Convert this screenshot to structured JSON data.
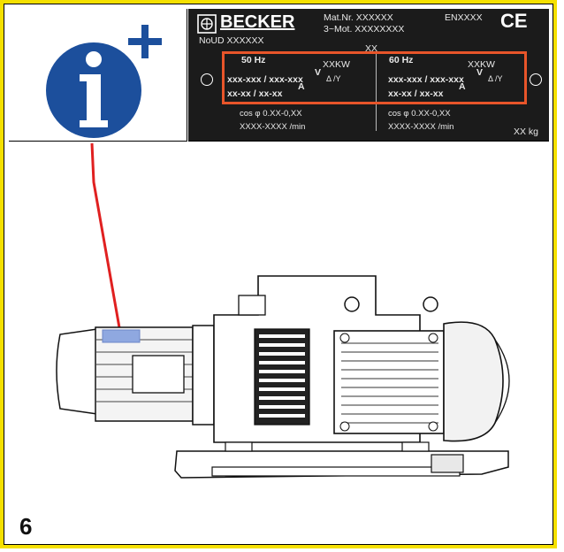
{
  "info_icon": {
    "icon": "info-plus-icon",
    "color": "#1c4f9c",
    "plus_symbol": "+"
  },
  "nameplate": {
    "brand": "BECKER",
    "mat_nr": "Mat.Nr. XXXXXX",
    "phase_mot": "3~Mot. XXXXXXXX",
    "norm": "ENXXXX",
    "ce_mark": "CE",
    "no_ud": "NoUD XXXXXX",
    "xx": "XX",
    "left": {
      "freq": "50 Hz",
      "power": "XXKW",
      "voltage": "xxx-xxx / xxx-xxx",
      "volt_unit": "V",
      "delta_y": "Δ /Y",
      "current": "xx-xx / xx-xx",
      "amp_unit": "A",
      "cosphi": "cos φ 0.XX-0,XX",
      "rpm": "XXXX-XXXX /min"
    },
    "right": {
      "freq": "60 Hz",
      "power": "XXKW",
      "voltage": "xxx-xxx / xxx-xxx",
      "volt_unit": "V",
      "delta_y": "Δ /Y",
      "current": "xx-xx / xx-xx",
      "amp_unit": "A",
      "cosphi": "cos φ 0.XX-0,XX",
      "rpm": "XXXX-XXXX /min"
    },
    "weight": "XX kg"
  },
  "highlight_color": "#e8552a",
  "pointer_color": "#e02020",
  "figure_number": "6"
}
